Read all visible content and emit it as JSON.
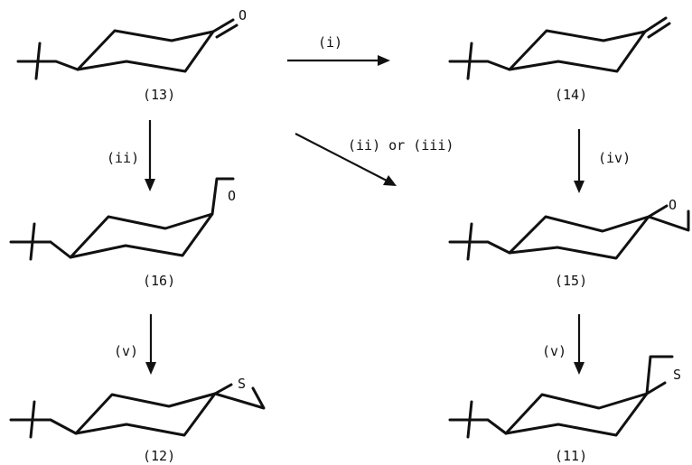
{
  "compounds": {
    "c13": {
      "label": "(13)",
      "hetero_atom": "O"
    },
    "c14": {
      "label": "(14)"
    },
    "c16": {
      "label": "(16)",
      "hetero_atom": "O"
    },
    "c15": {
      "label": "(15)",
      "hetero_atom": "O"
    },
    "c12": {
      "label": "(12)",
      "hetero_atom": "S"
    },
    "c11": {
      "label": "(11)",
      "hetero_atom": "S"
    }
  },
  "reagents": {
    "r13_14": "(i)",
    "r13_16": "(ii)",
    "r13_15": "(ii) or (iii)",
    "r14_15": "(iv)",
    "r16_12": "(v)",
    "r15_11": "(v)"
  }
}
